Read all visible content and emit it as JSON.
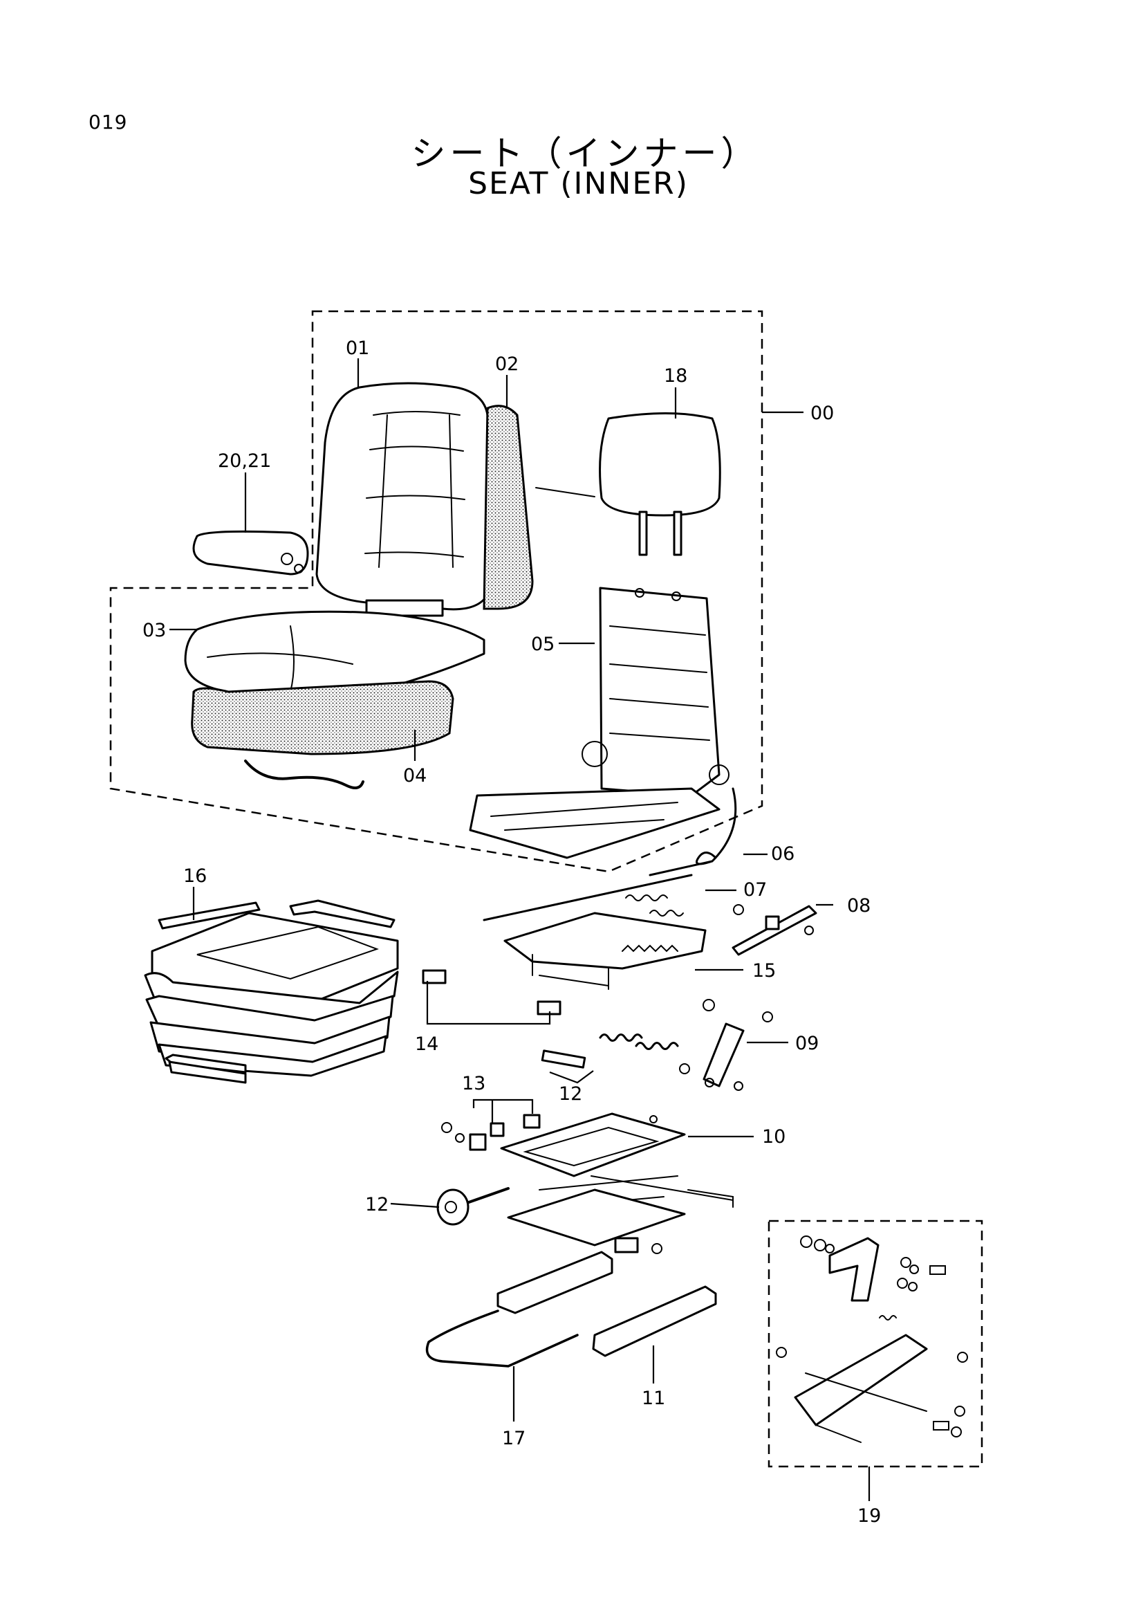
{
  "header": {
    "page_number": "019",
    "title_jp": "シート（インナー）",
    "title_en": "SEAT (INNER)"
  },
  "callouts": [
    "00",
    "01",
    "02",
    "03",
    "04",
    "05",
    "06",
    "07",
    "08",
    "09",
    "10",
    "11",
    "12",
    "12",
    "13",
    "14",
    "15",
    "16",
    "17",
    "18",
    "19",
    "20,21"
  ]
}
